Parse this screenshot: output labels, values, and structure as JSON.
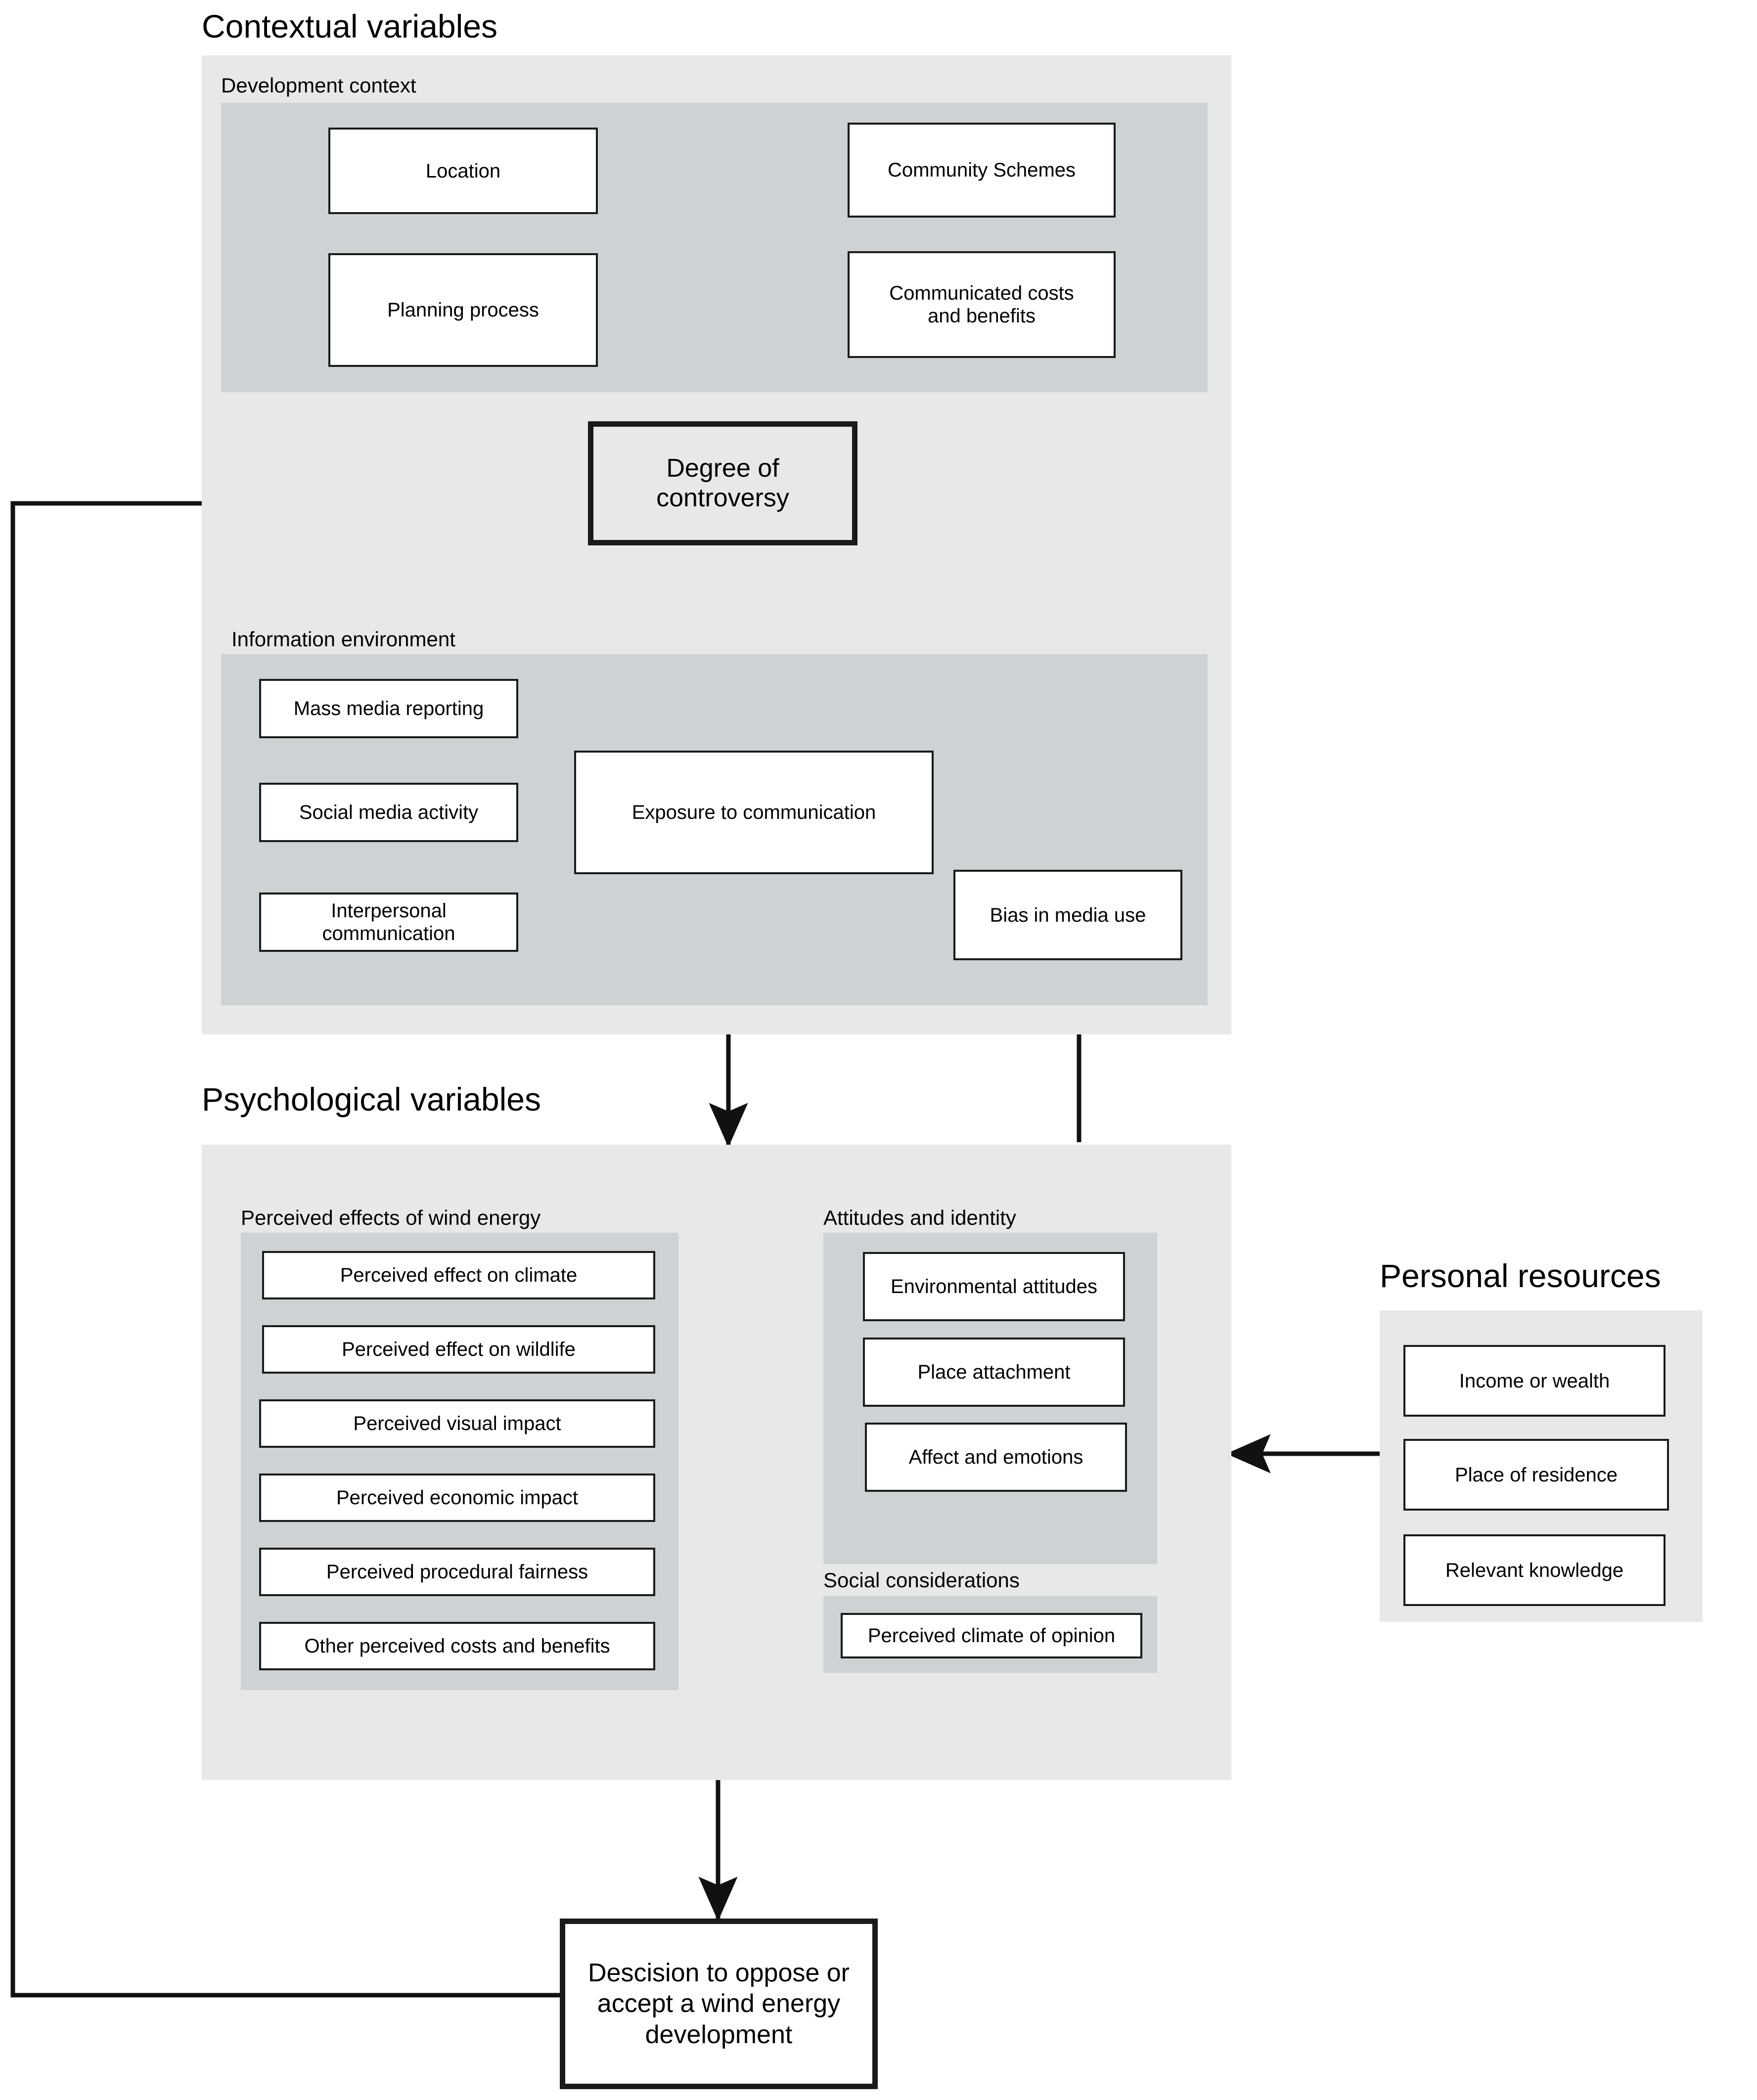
{
  "figure": {
    "type": "flowchart",
    "subject": "Conceptual model of decision to oppose or accept a wind energy development"
  },
  "sections": {
    "contextual": {
      "title": "Contextual variables",
      "groups": {
        "development_context": {
          "title": "Development context",
          "nodes": [
            {
              "label": "Location"
            },
            {
              "label": "Planning process"
            },
            {
              "label": "Community Schemes"
            },
            {
              "label_line1": "Communicated      costs",
              "label_line2": "and  benefits"
            }
          ]
        },
        "information_environment": {
          "title": "Information environment",
          "nodes": [
            {
              "label": "Mass media reporting"
            },
            {
              "label": "Social media activity"
            },
            {
              "label": "Interpersonal communication"
            },
            {
              "label": "Exposure to communication"
            },
            {
              "label": "Bias in media use"
            }
          ]
        }
      },
      "key_node": {
        "label": "Degree of controversy"
      }
    },
    "psychological": {
      "title": "Psychological variables",
      "groups": {
        "perceived_effects": {
          "title": "Perceived effects of wind energy",
          "nodes": [
            {
              "label": "Perceived effect on climate"
            },
            {
              "label": "Perceived effect on wildlife"
            },
            {
              "label": "Perceived visual impact"
            },
            {
              "label": "Perceived economic impact"
            },
            {
              "label": "Perceived procedural fairness"
            },
            {
              "label": "Other perceived costs and benefits"
            }
          ]
        },
        "attitudes_identity": {
          "title": "Attitudes and identity",
          "nodes": [
            {
              "label": "Environmental attitudes"
            },
            {
              "label": "Place attachment"
            },
            {
              "label": "Affect and emotions"
            }
          ]
        },
        "social_considerations": {
          "title": "Social considerations",
          "nodes": [
            {
              "label": "Perceived climate of opinion"
            }
          ]
        }
      }
    },
    "personal_resources": {
      "title": "Personal resources",
      "nodes": [
        {
          "label": "Income or wealth"
        },
        {
          "label": "Place of residence"
        },
        {
          "label": "Relevant knowledge"
        }
      ]
    },
    "outcome": {
      "key_node": {
        "label": "Descision to oppose or accept a wind energy development"
      }
    }
  },
  "colors": {
    "panel_outer": "#e8e8e8",
    "panel_inner": "#cdd2d4",
    "node_fill": "#ffffff",
    "stroke": "#1a1a1a",
    "page": "#ffffff"
  },
  "connections": [
    {
      "from": "Communicated costs and benefits",
      "to": "Information environment",
      "style": "straight-down-arrow"
    },
    {
      "from": "Degree of controversy",
      "to": "Information environment",
      "style": "straight-down-arrow"
    },
    {
      "from": "Mass media reporting",
      "to": "Exposure to communication",
      "style": "diagonal-arrow"
    },
    {
      "from": "Social media activity",
      "to": "Exposure to communication",
      "style": "straight-right-arrow"
    },
    {
      "from": "Interpersonal communication",
      "to": "Exposure to communication",
      "style": "diagonal-arrow"
    },
    {
      "from": "Bias in media use",
      "to": "Exposure to communication",
      "style": "elbow-arrow"
    },
    {
      "from": "Information environment",
      "to": "Psychological variables",
      "style": "straight-down-arrow"
    },
    {
      "from": "Psychological variables",
      "to": "Bias in media use",
      "style": "straight-up-arrow"
    },
    {
      "from": "Personal resources",
      "to": "Psychological variables",
      "style": "straight-left-arrow"
    },
    {
      "from": "Psychological variables",
      "to": "Descision to oppose or accept a wind energy development",
      "style": "straight-down-arrow"
    },
    {
      "from": "Descision to oppose or accept a wind energy development",
      "to": "Degree of controversy",
      "style": "feedback-loop-left"
    }
  ]
}
